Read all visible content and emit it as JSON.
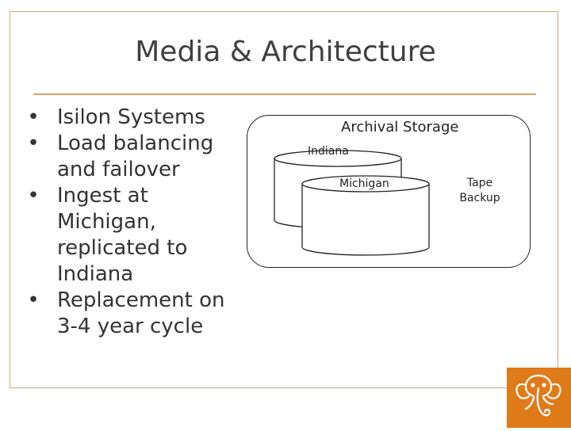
{
  "slide": {
    "title": "Media & Architecture",
    "bullets": [
      "Isilon Systems",
      "Load balancing and failover",
      "Ingest at Michigan, replicated to Indiana",
      "Replacement on 3-4 year cycle"
    ]
  },
  "diagram": {
    "container_label": "Archival Storage",
    "cylinders": [
      "Indiana",
      "Michigan"
    ],
    "tape_label_lines": [
      "Tape",
      "Backup"
    ]
  },
  "colors": {
    "accent_rule": "#d9a36a",
    "frame_border": "#c9a77a",
    "logo_bg": "#e07b1a"
  },
  "logo": {
    "icon": "elephant-icon"
  }
}
